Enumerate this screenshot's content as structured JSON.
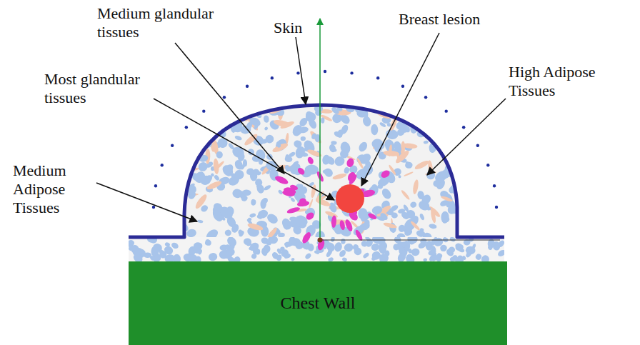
{
  "diagram": {
    "nodes": [
      {
        "text": [
          "Chest Wall"
        ]
      }
    ],
    "labels": [
      "Medium glandular tissues",
      "Most glandular tissues",
      "Skin",
      "Breast lesion",
      "High Adipose Tissues",
      "Medium Adipose Tissues"
    ]
  }
}
